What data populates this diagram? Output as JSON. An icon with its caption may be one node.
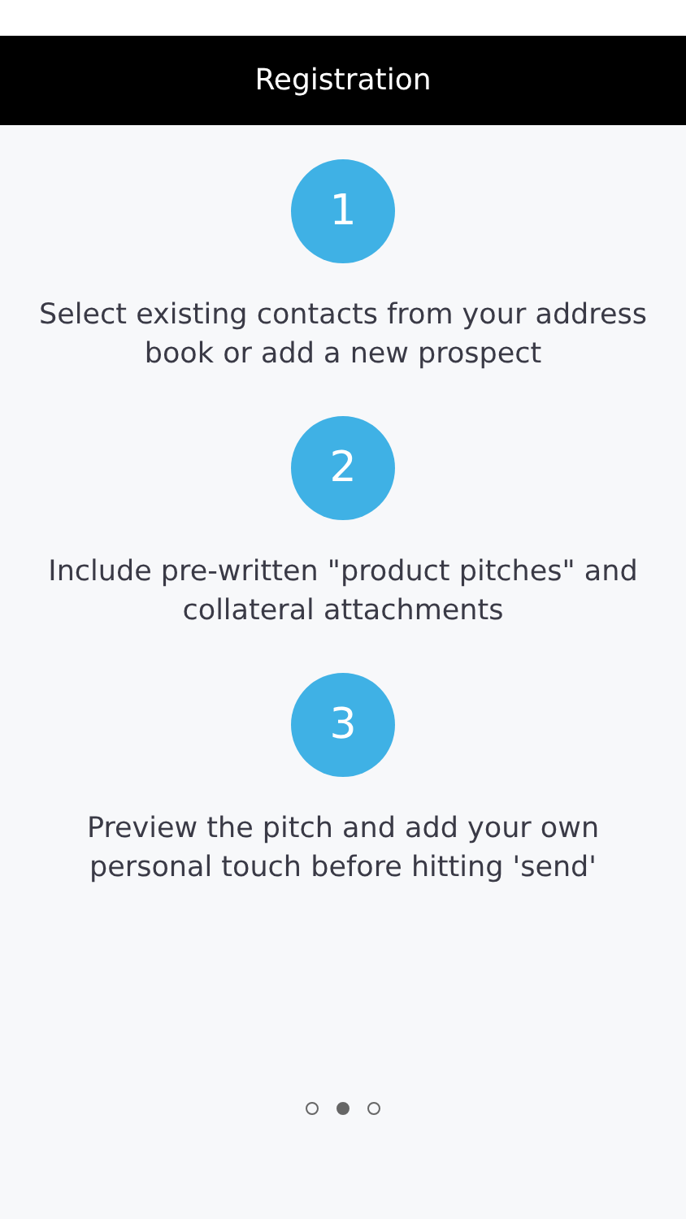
{
  "diagram": {
    "title": "Registration",
    "nodes": [
      {
        "text": [
          "1"
        ],
        "beside": [
          "Select existing contacts from your address book or add a new prospect"
        ]
      },
      {
        "text": [
          "2"
        ],
        "beside": [
          "Include pre-written \"product pitches\" and collateral attachments"
        ]
      },
      {
        "text": [
          "3"
        ],
        "beside": [
          "Preview the pitch and add your own personal touch before hitting 'send'"
        ]
      }
    ],
    "edges": []
  }
}
